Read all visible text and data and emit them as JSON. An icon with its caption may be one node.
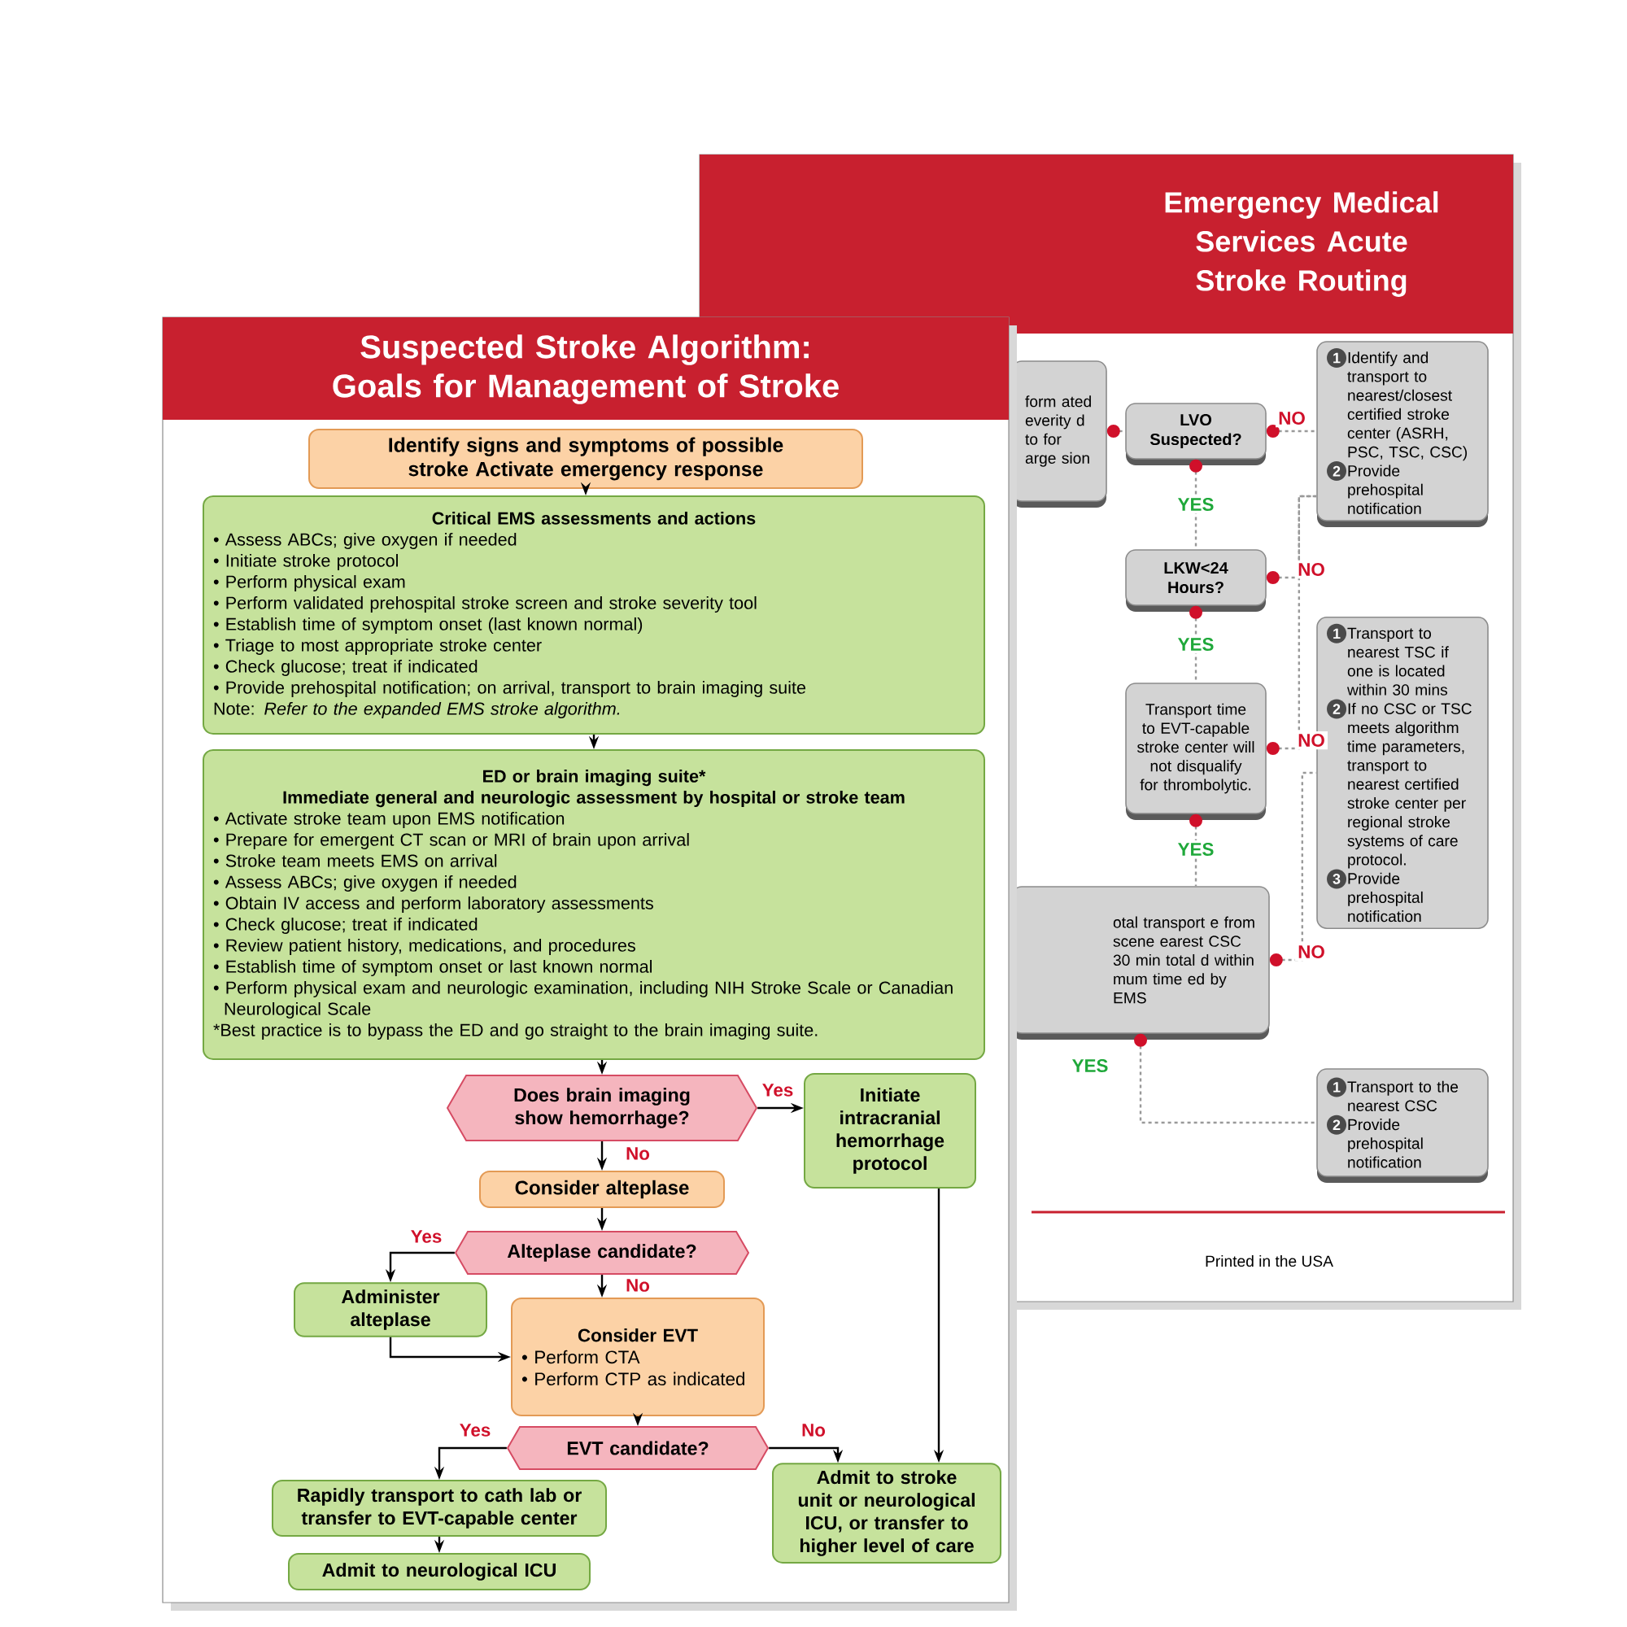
{
  "diagram": {
    "nodes": [
      {
        "text": [
          "Suspected Stroke Algorithm: Goals for Management of Stroke"
        ]
      },
      {
        "text": [
          "Identify signs and symptoms of possible stroke Activate emergency response"
        ],
        "in": 0
      },
      {
        "text": [
          "Critical EMS assessments and actions",
          "• Assess ABCs; give oxygen if needed",
          "• Initiate stroke protocol",
          "• Perform physical exam",
          "• Perform validated prehospital stroke screen and stroke severity tool",
          "• Establish time of symptom onset (last known normal)",
          "• Triage to most appropriate stroke center",
          "• Check glucose; treat if indicated",
          "• Provide prehospital notification; on arrival, transport to brain imaging suite",
          "Note: *Refer to the expanded EMS stroke algorithm.*"
        ],
        "in": 0
      },
      {
        "text": [
          "ED or brain imaging suite*",
          "Immediate general and neurologic assessment by hospital or stroke team",
          "• Activate stroke team upon EMS notification",
          "• Prepare for emergent CT scan or MRI of brain upon arrival",
          "• Stroke team meets EMS on arrival",
          "• Assess ABCs; give oxygen if needed",
          "• Obtain IV access and perform laboratory assessments",
          "• Check glucose; treat if indicated",
          "• Review patient history, medications, and procedures",
          "• Establish time of symptom onset or last known normal",
          "• Perform physical exam and neurologic examination, including NIH Stroke Scale or Canadian Neurological Scale",
          "*Best practice is to bypass the ED and go straight to the brain imaging suite."
        ],
        "in": 0
      },
      {
        "text": [
          "Does brain imaging show hemorrhage?"
        ],
        "in": 0
      },
      {
        "text": [
          "Initiate intracranial hemorrhage protocol"
        ]
      },
      {
        "text": [
          "Consider alteplase"
        ],
        "in": 0
      },
      {
        "text": [
          "Alteplase candidate?"
        ],
        "in": 0
      },
      {
        "text": [
          "Administer alteplase"
        ],
        "in": 0
      },
      {
        "text": [
          "Consider EVT",
          "• Perform CTA",
          "• Perform CTP as indicated"
        ],
        "in": 0
      },
      {
        "text": [
          "EVT candidate?"
        ],
        "in": 0
      },
      {
        "text": [
          "Rapidly transport to cath lab or transfer to EVT-capable center"
        ],
        "in": 0
      },
      {
        "text": [
          "Admit to neurological ICU"
        ],
        "in": 0
      },
      {
        "text": [
          "Admit to stroke unit or neurological ICU, or transfer to higher level of care"
        ],
        "in": 0
      },
      {
        "text": [
          "Emergency Medical Services Acute Stroke Routing"
        ]
      },
      {
        "text": [
          "form ated everity d to for arge sion"
        ],
        "in": 14
      },
      {
        "text": [
          "LVO Suspected?"
        ],
        "in": 14
      },
      {
        "text": [
          "LKW<24 Hours?"
        ],
        "in": 14
      },
      {
        "text": [
          "Transport time to EVT-capable stroke center will not disqualify for thrombolytic."
        ],
        "in": 14
      },
      {
        "text": [
          "otal transport e from scene earest CSC 30 min total d within mum time ed by EMS"
        ],
        "in": 14
      },
      {
        "text": [
          "1",
          "Identify and transport to nearest/closest certified stroke center (ASRH, PSC, TSC, CSC)",
          "2",
          "Provide prehospital notification"
        ],
        "in": 14
      },
      {
        "text": [
          "1",
          "Transport to nearest TSC if one is located within 30 mins",
          "2",
          "If no CSC or TSC meets algorithm time parameters, transport to nearest certified stroke center per regional stroke systems of care protocol.",
          "3",
          "Provide prehospital notification"
        ],
        "in": 14
      },
      {
        "text": [
          "1",
          "Transport to the nearest CSC",
          "2",
          "Provide prehospital notification"
        ],
        "in": 14
      }
    ],
    "edges": [
      {
        "from": 1,
        "to": 2,
        "arrow": "to"
      },
      {
        "from": 2,
        "to": 3,
        "arrow": "to"
      },
      {
        "from": 3,
        "to": 4,
        "arrow": "to"
      },
      {
        "from": 4,
        "to": 5,
        "arrow": "to",
        "label": "Yes"
      },
      {
        "from": 4,
        "to": 6,
        "arrow": "to",
        "label": "No"
      },
      {
        "from": 6,
        "to": 7,
        "arrow": "to"
      },
      {
        "from": 7,
        "to": 8,
        "arrow": "to",
        "label": "Yes"
      },
      {
        "from": 7,
        "to": 9,
        "arrow": "to",
        "label": "No"
      },
      {
        "from": 8,
        "to": 9,
        "arrow": "to"
      },
      {
        "from": 9,
        "to": 10,
        "arrow": "to"
      },
      {
        "from": 10,
        "to": 11,
        "arrow": "to",
        "label": "Yes"
      },
      {
        "from": 10,
        "to": 13,
        "arrow": "to",
        "label": "No"
      },
      {
        "from": 5,
        "to": 13,
        "arrow": "to"
      },
      {
        "from": 11,
        "to": 12,
        "arrow": "to"
      },
      {
        "from": 15,
        "to": 16,
        "arrow": "other",
        "style": "dashed",
        "color": "#999999"
      },
      {
        "from": 16,
        "to": 20,
        "arrow": "other",
        "style": "dashed",
        "color": "#999999",
        "label": "NO"
      },
      {
        "from": 16,
        "to": 17,
        "arrow": "other",
        "style": "dashed",
        "color": "#999999",
        "label": "YES"
      },
      {
        "from": 17,
        "to": 20,
        "arrow": "other",
        "style": "dashed",
        "color": "#999999",
        "label": "NO"
      },
      {
        "from": 17,
        "to": 18,
        "arrow": "other",
        "style": "dashed",
        "color": "#999999",
        "label": "YES"
      },
      {
        "from": 18,
        "to": 20,
        "arrow": "other",
        "style": "dashed",
        "color": "#999999",
        "label": "NO"
      },
      {
        "from": 18,
        "to": 19,
        "arrow": "other",
        "style": "dashed",
        "color": "#999999",
        "label": "YES"
      },
      {
        "from": 19,
        "to": 21,
        "arrow": "other",
        "style": "dashed",
        "color": "#999999",
        "label": "NO"
      },
      {
        "from": 19,
        "to": 22,
        "arrow": "other",
        "style": "dashed",
        "color": "#999999",
        "label": "YES"
      }
    ],
    "labels": [
      "Printed in the USA"
    ]
  }
}
